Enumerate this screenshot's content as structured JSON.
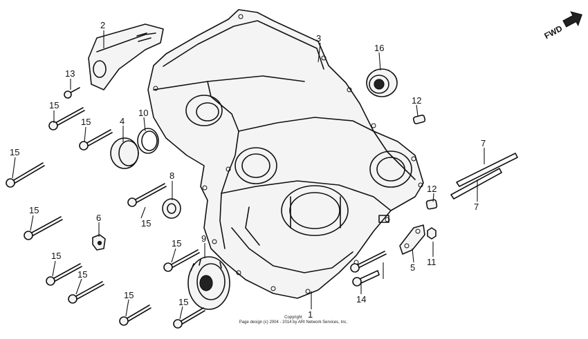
{
  "direction_label": "FWD",
  "copyright": {
    "line1": "Copyright",
    "line2": "Page design (c) 2004 - 2014 by ARI Network Services, Inc."
  },
  "callouts": {
    "c1": "1",
    "c2": "2",
    "c3": "3",
    "c4": "4",
    "c5": "5",
    "c6": "6",
    "c7a": "7",
    "c7b": "7",
    "c8": "8",
    "c9": "9",
    "c10": "10",
    "c11": "11",
    "c12a": "12",
    "c12b": "12",
    "c13": "13",
    "c14": "14",
    "c15a": "15",
    "c15b": "15",
    "c15c": "15",
    "c15d": "15",
    "c15e": "15",
    "c15f": "15",
    "c15g": "15",
    "c15h": "15",
    "c15i": "15",
    "c15j": "15",
    "c16": "16"
  }
}
